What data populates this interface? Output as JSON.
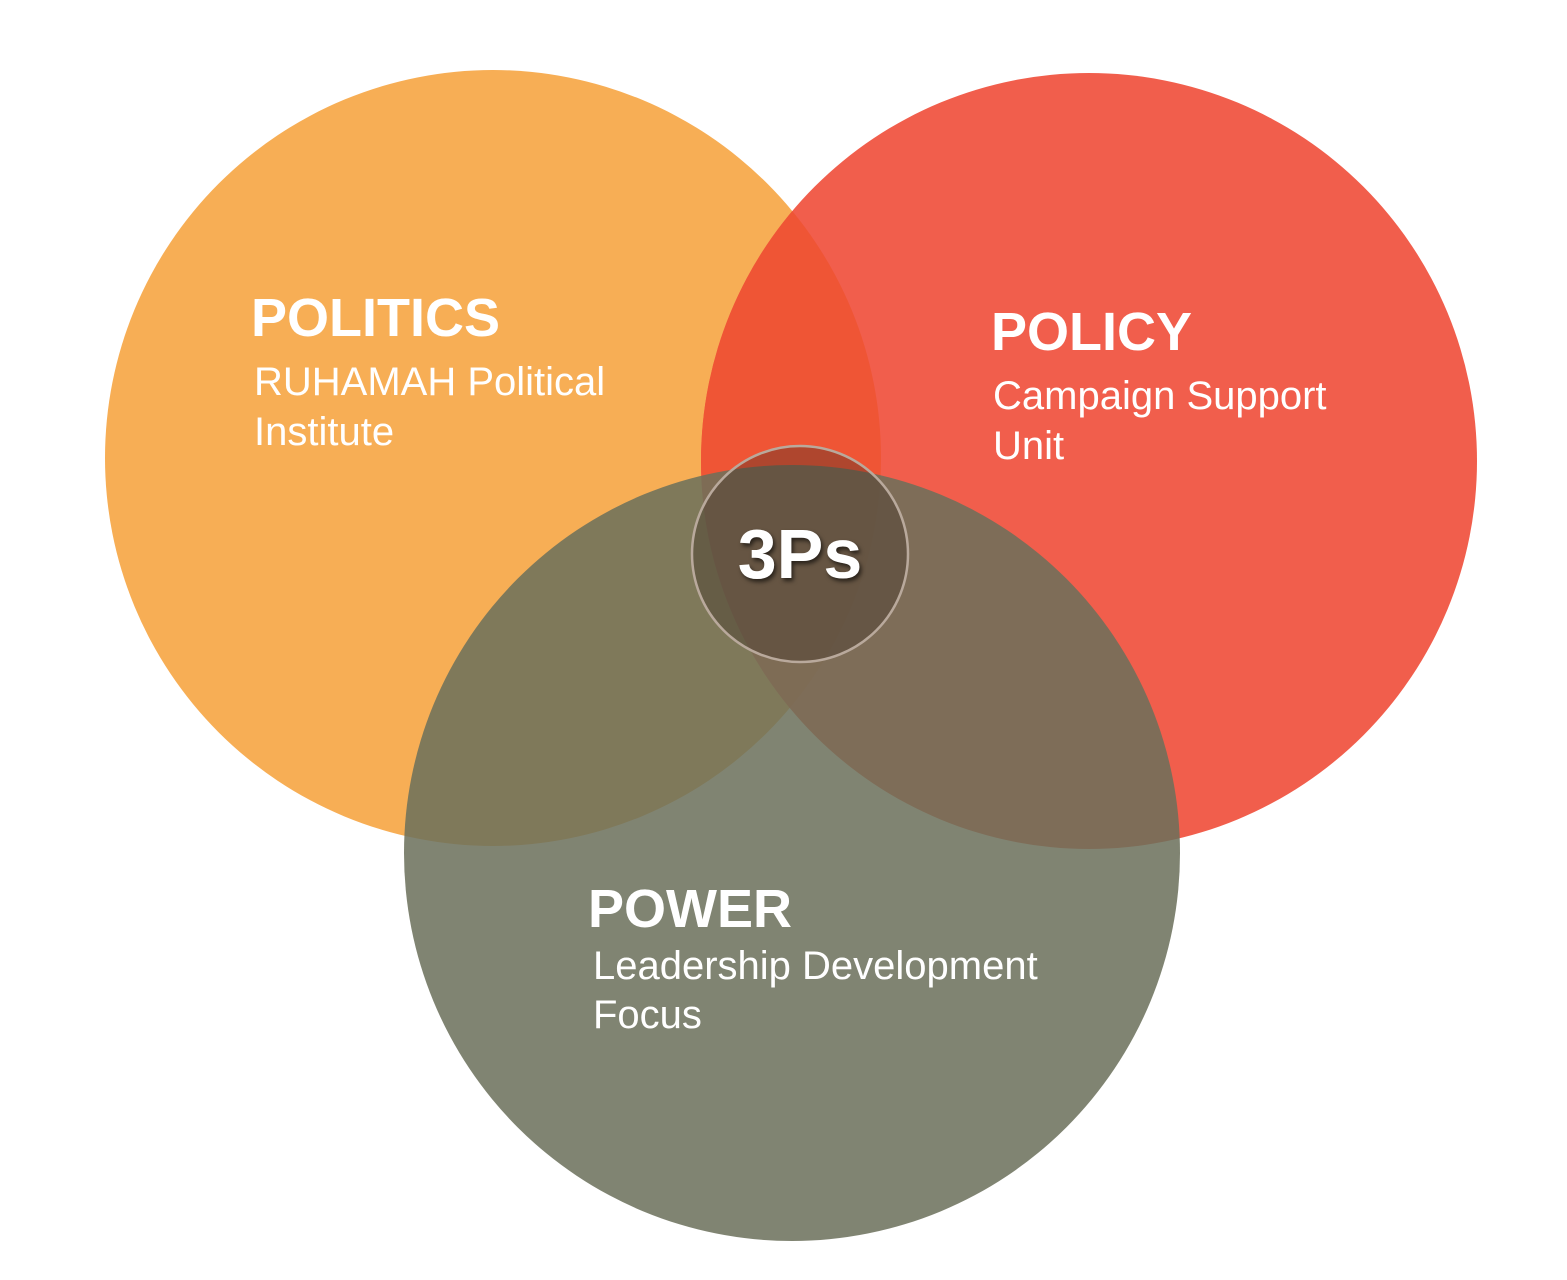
{
  "colors": {
    "politics": "#F7AE55",
    "policy": "#F15E4C",
    "power": "#6B705B",
    "politics_policy_overlap": "#EF5535",
    "center_ring": "#B9A99C"
  },
  "circles": [
    {
      "key": "politics",
      "title": "POLITICS",
      "lines": [
        "RUHAMAH Political",
        "Institute"
      ]
    },
    {
      "key": "policy",
      "title": "POLICY",
      "lines": [
        "Campaign Support",
        "Unit"
      ]
    },
    {
      "key": "power",
      "title": "POWER",
      "lines": [
        "Leadership Development",
        "Focus"
      ]
    }
  ],
  "center": {
    "label": "3Ps"
  }
}
